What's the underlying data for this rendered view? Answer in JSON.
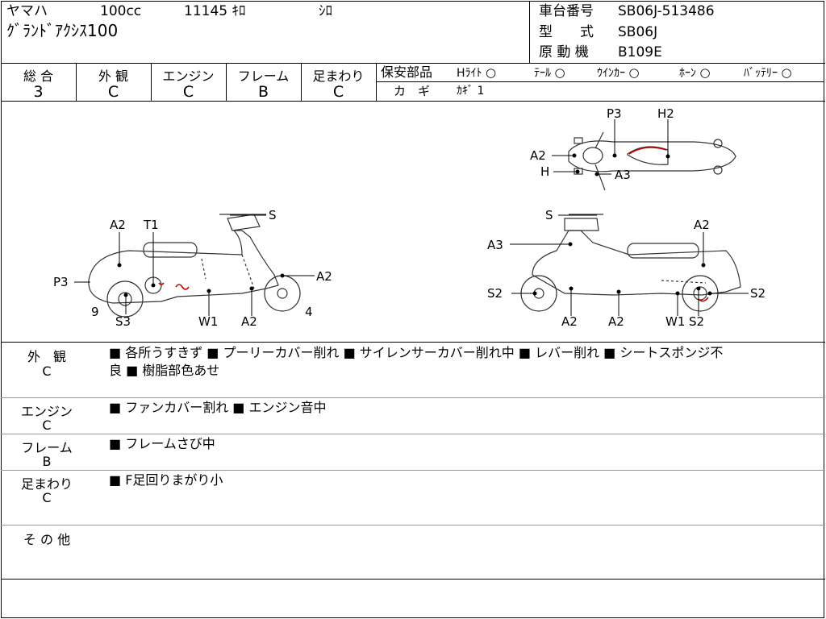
{
  "header": {
    "maker": "ヤマハ",
    "displacement": "100cc",
    "mileage": "11145 ｷﾛ",
    "color": "ｼﾛ",
    "model_name": "ｸﾞﾗﾝﾄﾞｱｸｼｽ100",
    "frame_label": "車台番号",
    "frame_value": "SB06J-513486",
    "type_label": "型　　式",
    "type_value": "SB06J",
    "engine_label": "原 動 機",
    "engine_value": "B109E"
  },
  "grades": [
    {
      "label": "総 合",
      "value": "3"
    },
    {
      "label": "外 観",
      "value": "C"
    },
    {
      "label": "エンジン",
      "value": "C"
    },
    {
      "label": "フレーム",
      "value": "B"
    },
    {
      "label": "足まわり",
      "value": "C"
    }
  ],
  "safety": {
    "label": "保安部品",
    "items": [
      {
        "label": "Hﾗｲﾄ",
        "mark": "○"
      },
      {
        "label": "ﾃｰﾙ",
        "mark": "○"
      },
      {
        "label": "ｳｲﾝｶｰ",
        "mark": "○"
      },
      {
        "label": "ﾎｰﾝ",
        "mark": "○"
      },
      {
        "label": "ﾊﾞｯﾃﾘｰ",
        "mark": "○"
      }
    ],
    "key_label": "カ　ギ",
    "key_value": "ｶｷﾞ 1"
  },
  "diagram_labels": {
    "left": [
      "A2",
      "T1",
      "S",
      "P3",
      "A2",
      "9",
      "S3",
      "W1",
      "A2",
      "4"
    ],
    "right": [
      "S",
      "A2",
      "A3",
      "S2",
      "S2",
      "A2",
      "A2",
      "W1",
      "S2"
    ],
    "top": [
      "P3",
      "H2",
      "A2",
      "H",
      "A3"
    ]
  },
  "remarks": [
    {
      "section": "外　観",
      "grade": "C",
      "text": "■ 各所うすきず ■ プーリーカバー削れ ■ サイレンサーカバー削れ中 ■ レバー削れ ■ シートスポンジ不",
      "text2": "良 ■ 樹脂部色あせ"
    },
    {
      "section": "エンジン",
      "grade": "C",
      "text": "■ ファンカバー割れ ■ エンジン音中",
      "text2": ""
    },
    {
      "section": "フレーム",
      "grade": "B",
      "text": "■ フレームさび中",
      "text2": ""
    },
    {
      "section": "足まわり",
      "grade": "C",
      "text": "■ F足回りまがり小",
      "text2": ""
    },
    {
      "section": "そ の 他",
      "grade": "",
      "text": "",
      "text2": ""
    }
  ],
  "colors": {
    "line": "#000000",
    "damage_mark": "#cc0000"
  }
}
